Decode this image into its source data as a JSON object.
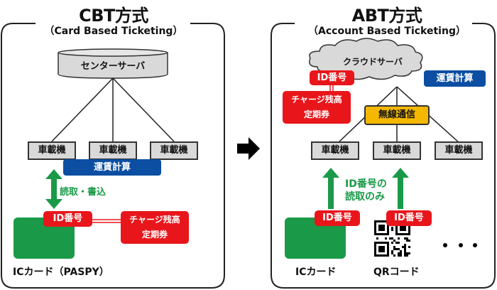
{
  "cbt": {
    "title": "CBT方式",
    "subtitle": "（Card Based Ticketing）",
    "server": "センターサーバ",
    "terminals": [
      "車載機",
      "車載機",
      "車載機"
    ],
    "fare_calc": "運賃計算",
    "read_write": "読取・書込",
    "id_tag": "ID番号",
    "balance_box": [
      "チャージ残高",
      "定期券"
    ],
    "card_label": "ICカード（PASPY）"
  },
  "abt": {
    "title": "ABT方式",
    "subtitle": "（Account Based Ticketing）",
    "server": "クラウドサーバ",
    "id_tag": "ID番号",
    "balance_box": [
      "チャージ残高",
      "定期券"
    ],
    "fare_calc": "運賃計算",
    "wireless": "無線通信",
    "terminals": [
      "車載機",
      "車載機",
      "車載機"
    ],
    "read_only": [
      "ID番号の",
      "読取のみ"
    ],
    "card_id_tag": "ID番号",
    "qr_id_tag": "ID番号",
    "card_label": "ICカード",
    "qr_label": "QRコード",
    "ellipsis": "・・・"
  },
  "colors": {
    "blue": "#0b4ea2",
    "red": "#e8161b",
    "green": "#1a9a48",
    "yellow": "#f5b800",
    "gray": "#d9d9d9"
  }
}
